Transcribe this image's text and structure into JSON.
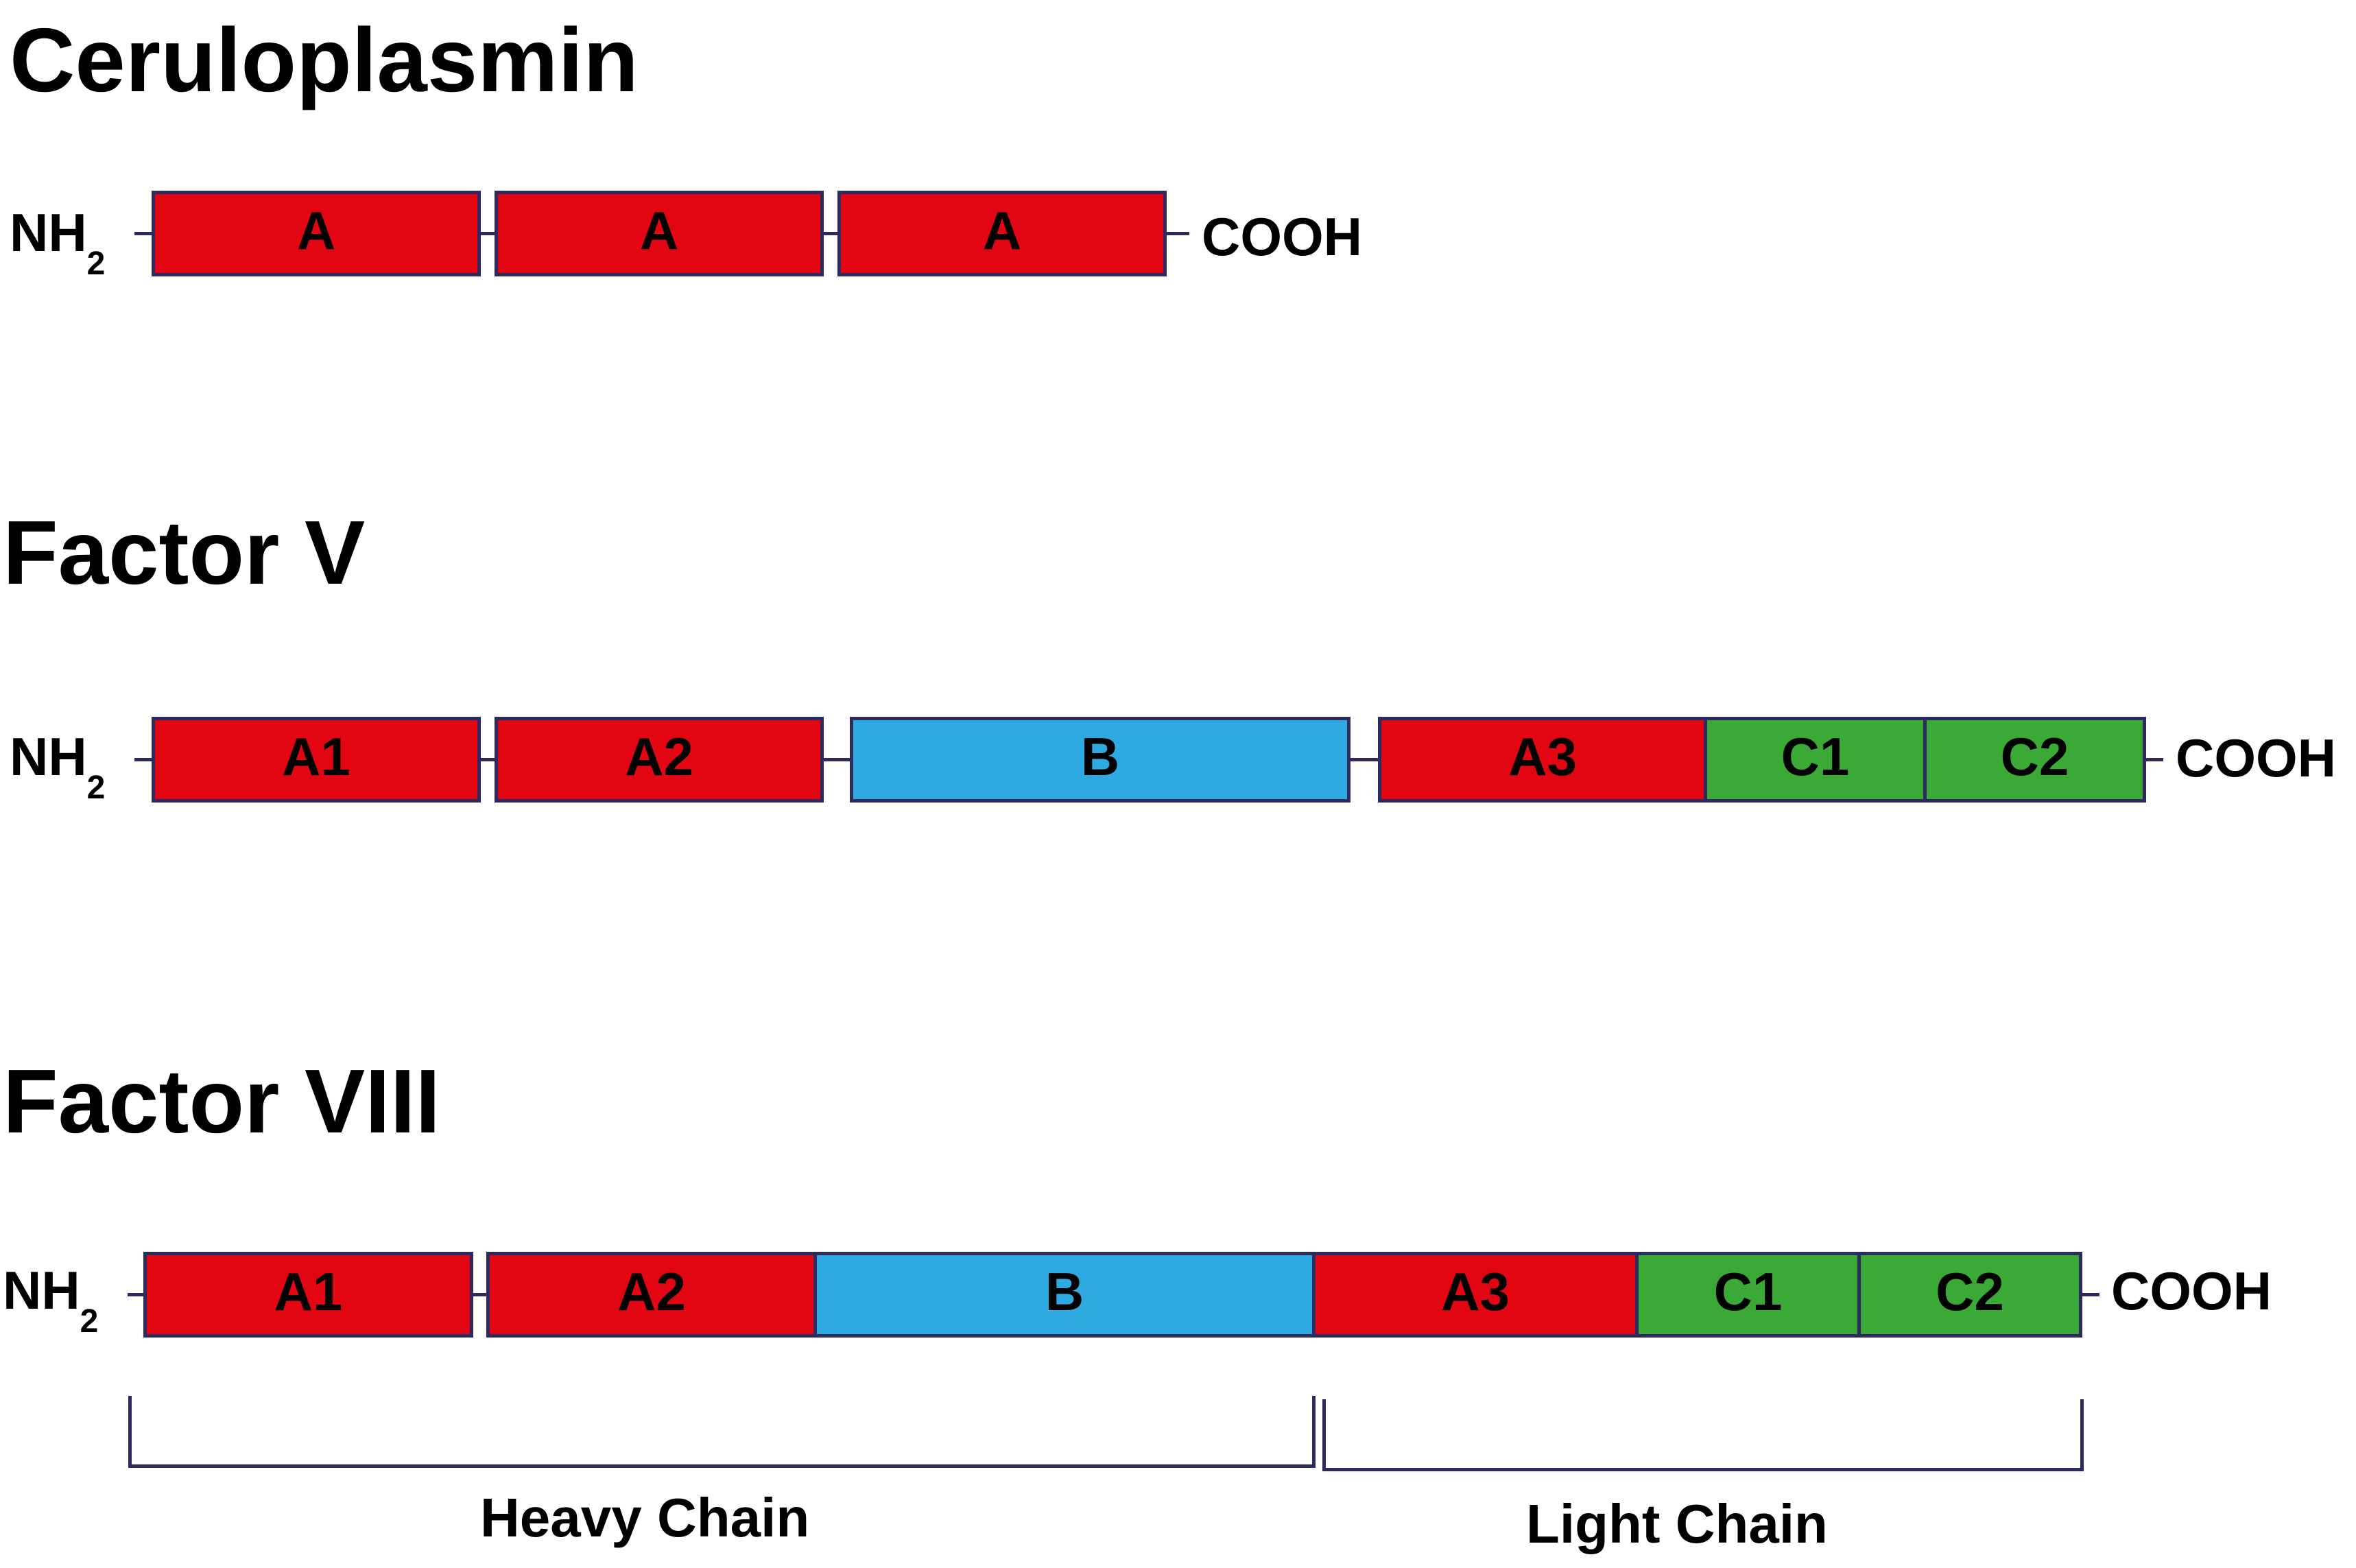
{
  "colors": {
    "a_domain": "#e20613",
    "b_domain": "#2eaae1",
    "c_domain": "#3aa935",
    "outline": "#2c2a5e"
  },
  "terminus": {
    "n": "NH",
    "n_sub": "2",
    "c": "COOH"
  },
  "proteins": [
    {
      "title": "Ceruloplasmin",
      "domains": [
        {
          "label": "A",
          "type": "A"
        },
        {
          "label": "A",
          "type": "A"
        },
        {
          "label": "A",
          "type": "A"
        }
      ]
    },
    {
      "title": "Factor V",
      "domains": [
        {
          "label": "A1",
          "type": "A"
        },
        {
          "label": "A2",
          "type": "A"
        },
        {
          "label": "B",
          "type": "B"
        },
        {
          "label": "A3",
          "type": "A"
        },
        {
          "label": "C1",
          "type": "C"
        },
        {
          "label": "C2",
          "type": "C"
        }
      ]
    },
    {
      "title": "Factor VIII",
      "domains": [
        {
          "label": "A1",
          "type": "A"
        },
        {
          "label": "A2",
          "type": "A"
        },
        {
          "label": "B",
          "type": "B"
        },
        {
          "label": "A3",
          "type": "A"
        },
        {
          "label": "C1",
          "type": "C"
        },
        {
          "label": "C2",
          "type": "C"
        }
      ],
      "chains": {
        "heavy": "Heavy Chain",
        "light": "Light Chain"
      }
    }
  ]
}
